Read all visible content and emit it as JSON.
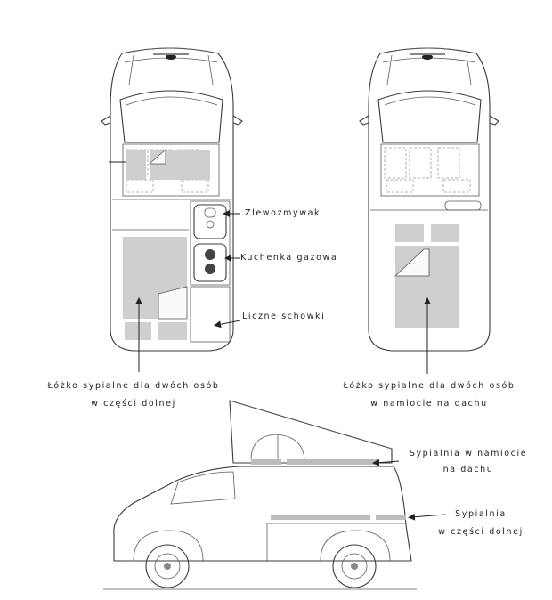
{
  "labels": {
    "sink": "Zlewozmywak",
    "stove": "Kuchenka gazowa",
    "storage": "Liczne schowki",
    "bed_lower_line1": "Łóżko sypialne dla dwóch osób",
    "bed_lower_line2": "w części dolnej",
    "bed_roof_line1": "Łóżko sypialne dla dwóch osób",
    "bed_roof_line2": "w namiocie na dachu",
    "side_roof_line1": "Sypialnia w namiocie",
    "side_roof_line2": "na dachu",
    "side_lower_line1": "Sypialnia",
    "side_lower_line2": "w części dolnej"
  },
  "colors": {
    "line": "#3a3a3a",
    "fill_area": "#cfcfcf",
    "stove_burner": "#444444"
  }
}
